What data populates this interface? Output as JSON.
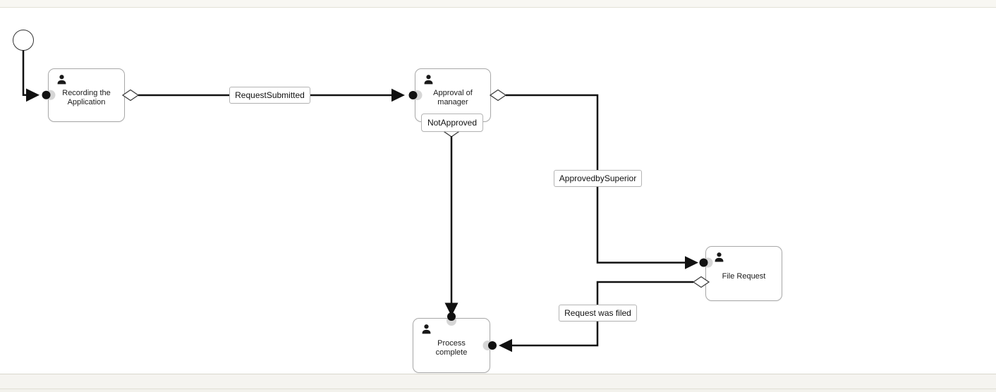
{
  "nodes": {
    "recording": {
      "label": "Recording the Application"
    },
    "approval": {
      "label": "Approval of manager"
    },
    "file_request": {
      "label": "File Request"
    },
    "process_complete": {
      "label": "Process complete"
    }
  },
  "transitions": {
    "request_submitted": {
      "label": "RequestSubmitted"
    },
    "not_approved": {
      "label": "NotApproved"
    },
    "approved_by_superior": {
      "label": "ApprovedbySuperior"
    },
    "request_was_filed": {
      "label": "Request was filed"
    }
  },
  "icons": {
    "node_actor": "user-icon",
    "start": "start-event-circle"
  },
  "colors": {
    "line": "#111111",
    "node_border": "#a9a9a9",
    "node_fill": "#ffffff",
    "label_border": "#b5b5b5",
    "port_halo": "#d6d6d6",
    "top_bar_bg": "#f8f7f2",
    "bottom_bar_bg": "#f5f4f0",
    "canvas_bg": "#ffffff"
  }
}
